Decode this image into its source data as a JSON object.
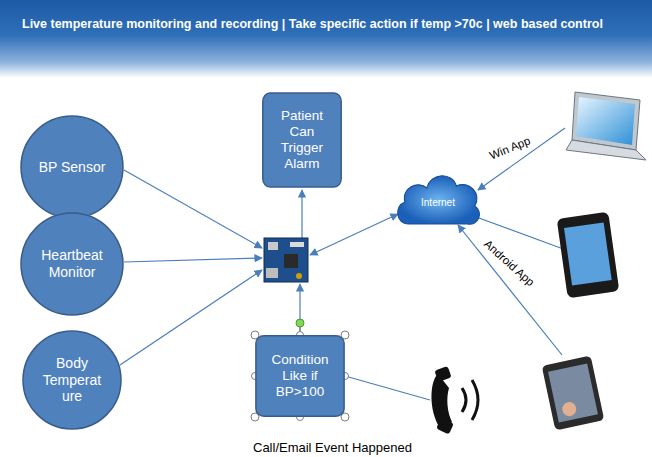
{
  "diagram": {
    "title": "Live temperature monitoring and recording | Take specific action if temp >70c | web based control",
    "nodes": [
      {
        "text": [
          "BP Sensor"
        ]
      },
      {
        "text": [
          "Patient Can Trigger Alarm"
        ]
      },
      {
        "text": [
          "Internet"
        ]
      },
      {
        "text": [
          "Heartbeat Monitor"
        ]
      },
      {
        "text": [
          "Condition Like if BP>100"
        ]
      },
      {
        "text": [
          "Body Temperature"
        ]
      }
    ],
    "labels": [
      "Win App",
      "Android App",
      "Call/Email Event Happened"
    ]
  }
}
